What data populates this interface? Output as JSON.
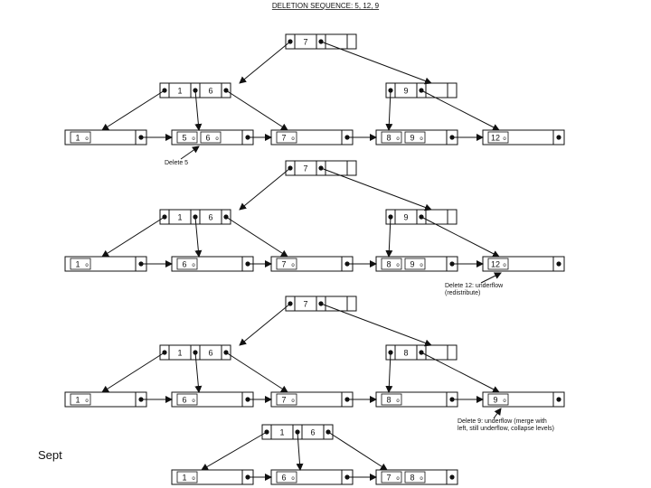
{
  "title": "DELETION SEQUENCE: 5, 12, 9",
  "footer_text": "Sept",
  "stages": [
    {
      "id": "stage-1",
      "root": [
        "7"
      ],
      "internal": [
        [
          "1",
          "6"
        ],
        [
          "9"
        ]
      ],
      "leaves": [
        [
          "1"
        ],
        [
          "5",
          "6"
        ],
        [
          "7"
        ],
        [
          "8",
          "9"
        ],
        [
          "12"
        ]
      ],
      "annotation": "Delete 5"
    },
    {
      "id": "stage-2",
      "root": [
        "7"
      ],
      "internal": [
        [
          "1",
          "6"
        ],
        [
          "9"
        ]
      ],
      "leaves": [
        [
          "1"
        ],
        [
          "6"
        ],
        [
          "7"
        ],
        [
          "8",
          "9"
        ],
        [
          "12"
        ]
      ],
      "annotation": [
        "Delete 12: underflow",
        "(redistribute)"
      ]
    },
    {
      "id": "stage-3",
      "root": [
        "7"
      ],
      "internal": [
        [
          "1",
          "6"
        ],
        [
          "8"
        ]
      ],
      "leaves": [
        [
          "1"
        ],
        [
          "6"
        ],
        [
          "7"
        ],
        [
          "8"
        ],
        [
          "9"
        ]
      ],
      "annotation": [
        "Delete 9: underflow (merge with",
        "left, still underflow, collapse levels)"
      ]
    },
    {
      "id": "stage-4",
      "root": [
        "1",
        "6"
      ],
      "leaves": [
        [
          "1"
        ],
        [
          "6"
        ],
        [
          "7",
          "8"
        ]
      ]
    }
  ]
}
